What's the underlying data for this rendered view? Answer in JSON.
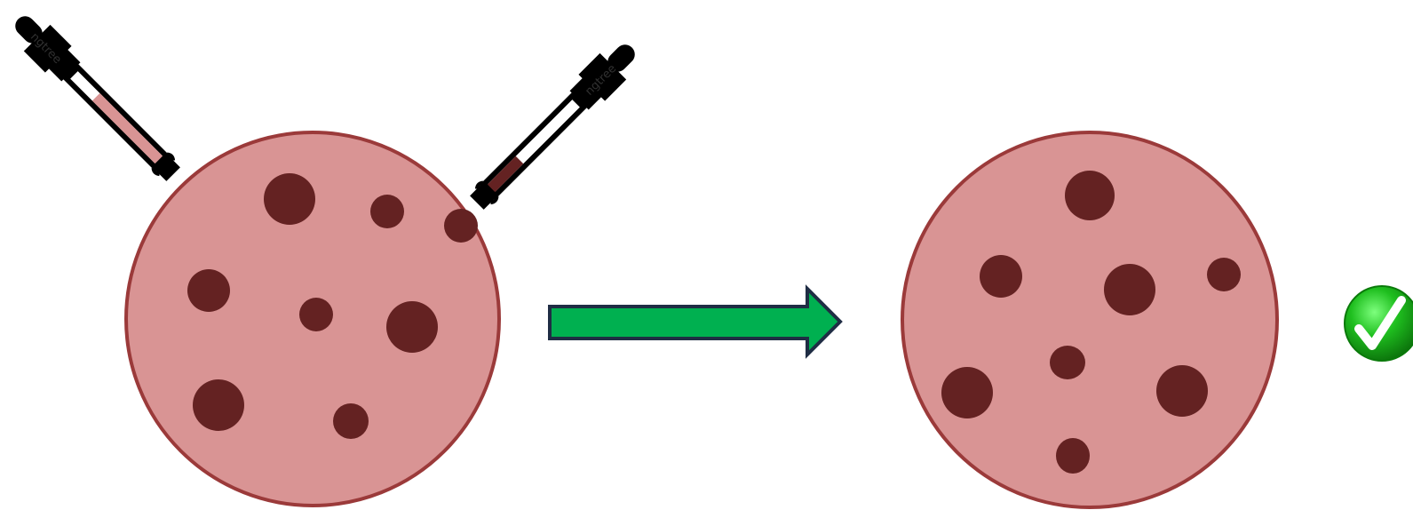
{
  "colors": {
    "agar": "#d99494",
    "rim": "#9b3a3a",
    "colony": "#642222",
    "arrow_fill": "#00b050",
    "arrow_stroke": "#1f2d44",
    "dropper": "#000000",
    "light_liquid": "#d99494",
    "dark_liquid": "#642222",
    "check_green": "#1fbf1f"
  },
  "dish_left": {
    "colonies": 8
  },
  "dish_right": {
    "colonies": 8
  },
  "arrow": {
    "direction": "right"
  },
  "dropper_left": {
    "liquid": "light",
    "watermark": "ngtree"
  },
  "dropper_right": {
    "liquid": "dark",
    "watermark": "ngtree"
  },
  "check": {
    "icon": "checkmark-icon"
  }
}
